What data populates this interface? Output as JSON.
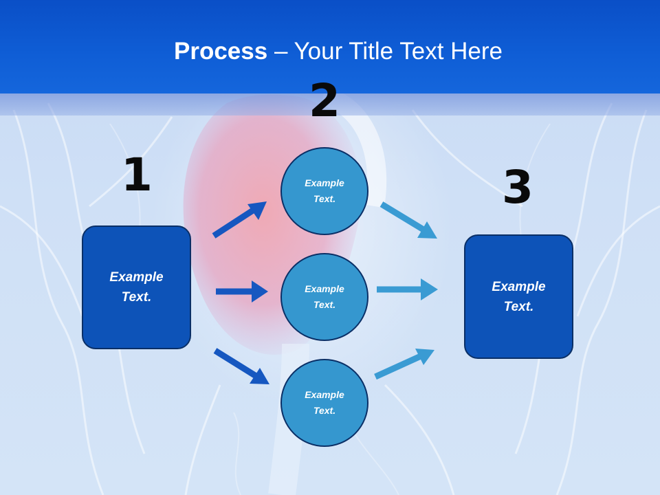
{
  "slide": {
    "title_bold": "Process",
    "title_rest": " – Your Title Text Here"
  },
  "steps": {
    "step1_number": "1",
    "step2_number": "2",
    "step3_number": "3"
  },
  "boxes": {
    "left_text": "Example Text.",
    "right_text": "Example Text."
  },
  "circles": [
    {
      "text": "Example Text."
    },
    {
      "text": "Example Text."
    },
    {
      "text": "Example Text."
    }
  ],
  "colors": {
    "header_blue": "#0f5ed6",
    "box_blue": "#0d53b8",
    "circle_blue": "#3597cf",
    "arrow_dark": "#1657c0",
    "arrow_light": "#3a9bd3"
  }
}
